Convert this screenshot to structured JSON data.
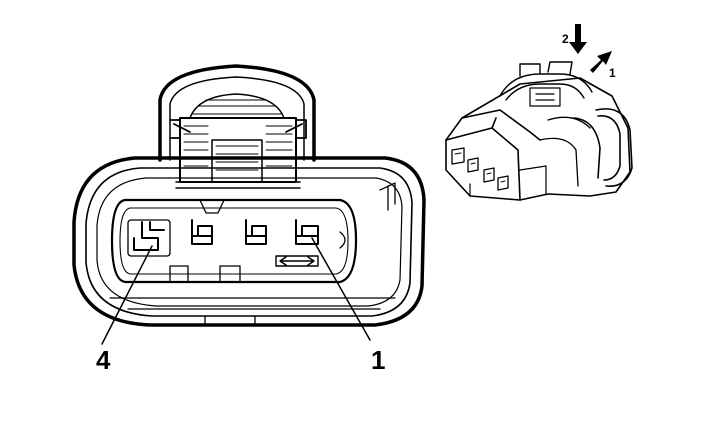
{
  "face_view": {
    "pin_labels": {
      "left": "4",
      "right": "1"
    }
  },
  "iso_view": {
    "step_labels": {
      "press": "2",
      "slide": "1"
    }
  },
  "colors": {
    "line": "#000000",
    "background": "#ffffff"
  }
}
